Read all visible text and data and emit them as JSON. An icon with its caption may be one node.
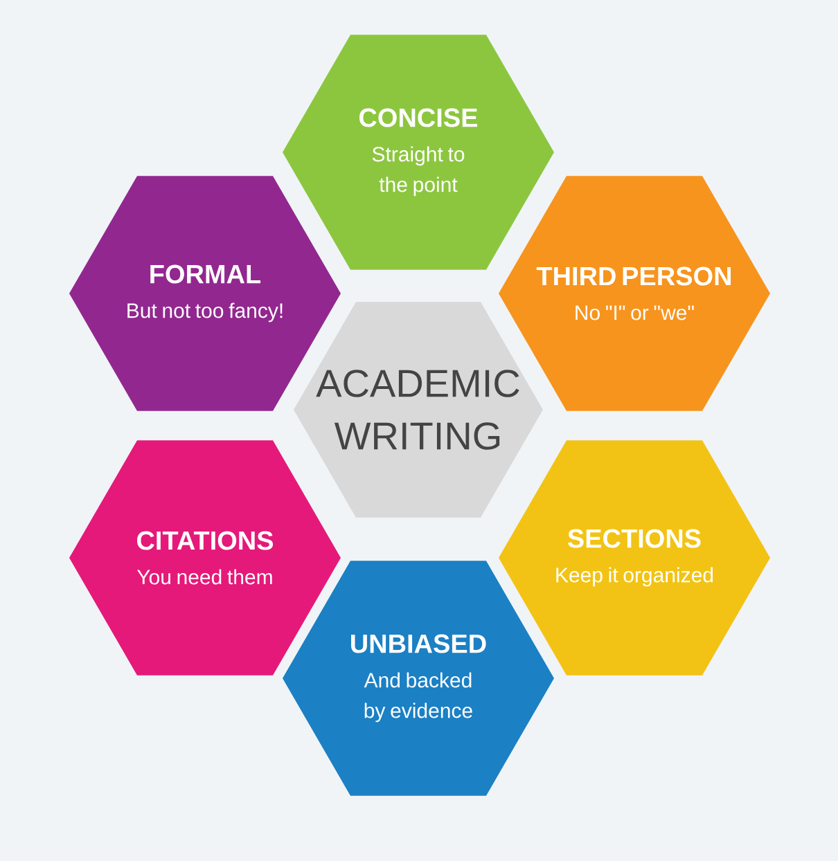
{
  "diagram": {
    "nodes": [
      {
        "text": [
          "CONCISE",
          "Straight to the point"
        ]
      },
      {
        "text": [
          "FORMAL",
          "But not too fancy!"
        ]
      },
      {
        "text": [
          "THIRD PERSON",
          "No \"I\" or \"we\""
        ]
      },
      {
        "text": [
          "ACADEMIC WRITING"
        ]
      },
      {
        "text": [
          "CITATIONS",
          "You need them"
        ]
      },
      {
        "text": [
          "SECTIONS",
          "Keep it organized"
        ]
      },
      {
        "text": [
          "UNBIASED",
          "And backed by evidence"
        ]
      }
    ]
  }
}
